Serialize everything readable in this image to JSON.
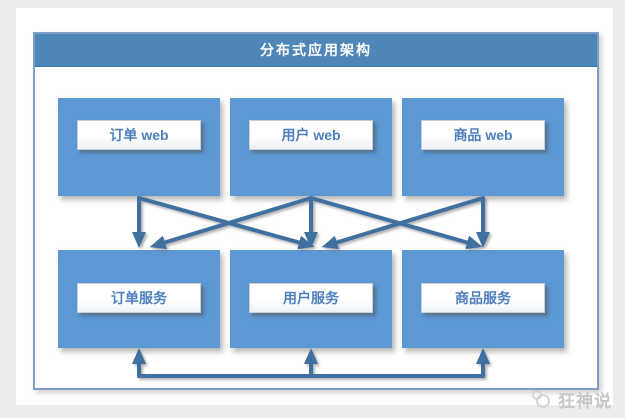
{
  "diagram": {
    "title": "分布式应用架构",
    "web_layer": [
      {
        "label": "订单 web"
      },
      {
        "label": "用户 web"
      },
      {
        "label": "商品 web"
      }
    ],
    "service_layer": [
      {
        "label": "订单服务"
      },
      {
        "label": "用户服务"
      },
      {
        "label": "商品服务"
      }
    ],
    "connections": [
      {
        "from": "订单 web",
        "to": "订单服务"
      },
      {
        "from": "订单 web",
        "to": "用户服务"
      },
      {
        "from": "用户 web",
        "to": "订单服务"
      },
      {
        "from": "用户 web",
        "to": "用户服务"
      },
      {
        "from": "用户 web",
        "to": "商品服务"
      },
      {
        "from": "商品 web",
        "to": "用户服务"
      },
      {
        "from": "商品 web",
        "to": "商品服务"
      },
      {
        "from": "订单服务",
        "to": "用户服务",
        "type": "service-bus"
      },
      {
        "from": "用户服务",
        "to": "商品服务",
        "type": "service-bus"
      }
    ],
    "colors": {
      "title_bar": "#4e86b8",
      "node_fill": "#5b98d4",
      "frame_border": "#7e9fc5",
      "arrow": "#41709f",
      "label_text": "#4d7fbe",
      "page_margin": "#ececec"
    }
  },
  "watermark": {
    "text": "狂神说"
  }
}
